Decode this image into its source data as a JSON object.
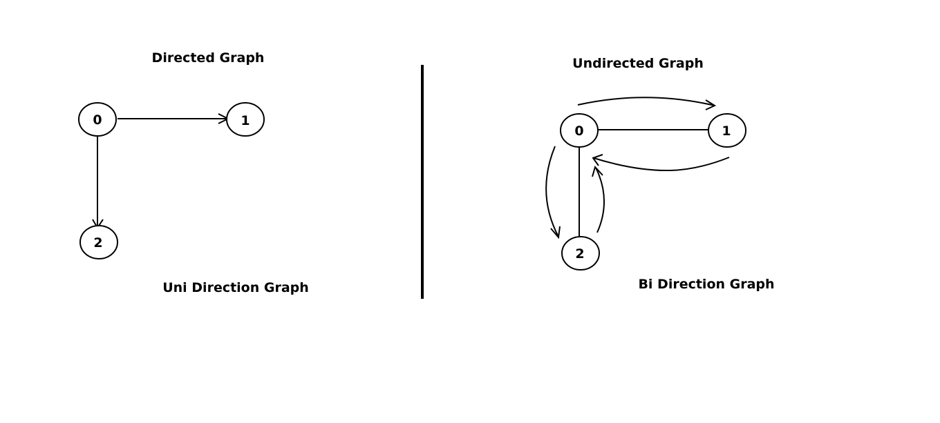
{
  "left_panel": {
    "title": "Directed Graph",
    "caption": "Uni Direction Graph",
    "nodes": [
      {
        "id": "0",
        "label": "0"
      },
      {
        "id": "1",
        "label": "1"
      },
      {
        "id": "2",
        "label": "2"
      }
    ],
    "edges": [
      {
        "from": "0",
        "to": "1",
        "directed": true
      },
      {
        "from": "0",
        "to": "2",
        "directed": true
      }
    ]
  },
  "right_panel": {
    "title": "Undirected Graph",
    "caption": "Bi Direction Graph",
    "nodes": [
      {
        "id": "0",
        "label": "0"
      },
      {
        "id": "1",
        "label": "1"
      },
      {
        "id": "2",
        "label": "2"
      }
    ],
    "edges": [
      {
        "from": "0",
        "to": "1",
        "directed": false
      },
      {
        "from": "0",
        "to": "2",
        "directed": false
      }
    ],
    "direction_arrows": [
      {
        "from": "0",
        "to": "1"
      },
      {
        "from": "1",
        "to": "0"
      },
      {
        "from": "0",
        "to": "2"
      },
      {
        "from": "2",
        "to": "0"
      }
    ]
  },
  "colors": {
    "stroke": "#000000",
    "background": "#ffffff"
  }
}
